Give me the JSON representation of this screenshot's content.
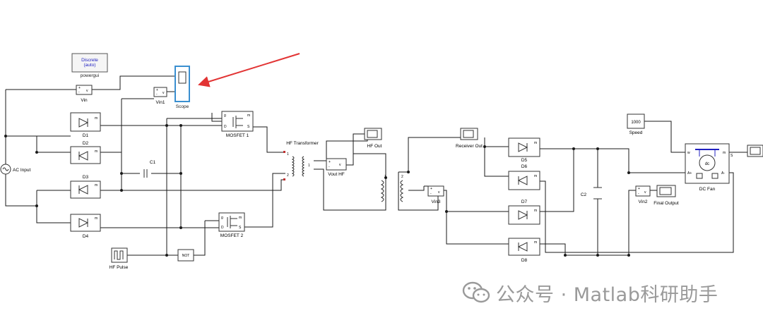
{
  "powergui": {
    "mode_line1": "Discrete",
    "mode_line2": "(auto)",
    "label": "powergui"
  },
  "labels": {
    "scope": "Scope",
    "vin": "Vin",
    "vin1": "Vin1",
    "vin2": "Vin2",
    "vin3": "Vin3",
    "vout_hf": "Vout HF",
    "ac_input": "AC Input",
    "d1": "D1",
    "d2": "D2",
    "d3": "D3",
    "d4": "D4",
    "d5": "D5",
    "d6": "D6",
    "d7": "D7",
    "d8": "D8",
    "c1": "C1",
    "c2": "C2",
    "mosfet1": "MOSFET 1",
    "mosfet2": "MOSFET 2",
    "hf_transformer": "HF Transformer",
    "hf_out": "HF Out",
    "receiver_out": "Receiver Out",
    "final_output": "Final Output",
    "hf_pulse": "HF Pulse",
    "not_gate": "NOT",
    "speed_value": "1000",
    "speed": "Speed",
    "dc_fan": "DC Fan",
    "motor_core": "dc"
  },
  "ports": {
    "plus": "+",
    "minus": "-",
    "v": "v",
    "m": "m",
    "g": "g",
    "d": "D",
    "s": "S",
    "one": "1",
    "two": "2",
    "w": "w",
    "a_plus": "A+",
    "a_minus": "A-",
    "fan_s": "S"
  },
  "watermark": {
    "text": "公众号 · Matlab科研助手"
  },
  "colors": {
    "line": "#1a1a1a",
    "block_border": "#333333",
    "selection": "#3a8fd0",
    "arrow": "#e23434",
    "blue_text": "#2020c0",
    "watermark": "#9a9a9a"
  }
}
